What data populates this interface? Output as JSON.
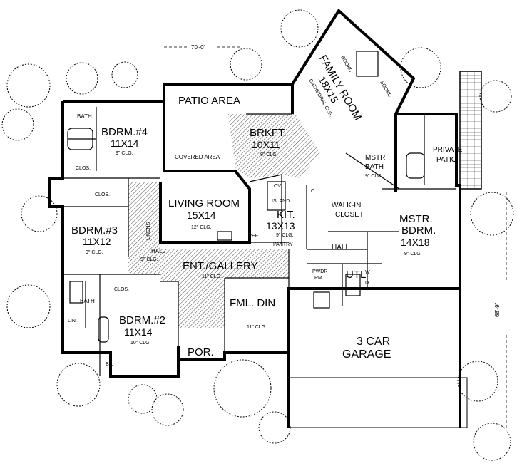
{
  "dimensions": {
    "width": "70'-0\"",
    "depth": "68'-9\""
  },
  "rooms": {
    "patio": {
      "name": "PATIO AREA",
      "sub": "COVERED AREA"
    },
    "family": {
      "name": "FAMILY ROOM",
      "size": "18X15",
      "ceiling": "CATHEDRAL CLG.",
      "bookcase": "BOOKC."
    },
    "bdrm4": {
      "name": "BDRM.#4",
      "size": "11X14",
      "ceiling": "9\" CLG.",
      "bath": "BATH",
      "closet": "CLOS."
    },
    "brkft": {
      "name": "BRKFT.",
      "size": "10X11",
      "ceiling": "9\" CLG."
    },
    "mstr_bath": {
      "name": "MSTR",
      "name2": "BATH",
      "ceiling": "9\" CLG."
    },
    "private_patio": {
      "name": "PRIVATE",
      "name2": "PATIO"
    },
    "living": {
      "name": "LIVING ROOM",
      "size": "15X14",
      "ceiling": "12\" CLG."
    },
    "kit": {
      "name": "KIT.",
      "size": "13X13",
      "ceiling": "9\" CLG.",
      "island": "ISLAND",
      "oven": "OV",
      "ref": "REF.",
      "pantry": "PANTRY",
      "o": "O."
    },
    "walkin": {
      "name": "WALK-IN",
      "name2": "CLOSET"
    },
    "mstr_bdrm": {
      "name": "MSTR.",
      "name2": "BDRM.",
      "size": "14X18",
      "ceiling": "9\" CLG."
    },
    "bdrm3": {
      "name": "BDRM.#3",
      "size": "11X12",
      "ceiling": "9\" CLG.",
      "closet": "CLOS.",
      "linens": "LINENS"
    },
    "hall1": {
      "name": "HALL",
      "ceiling": "9\" CLG."
    },
    "hall2": {
      "name": "HALL"
    },
    "entry": {
      "name": "ENT./GALLERY",
      "ceiling": "11\" CLG."
    },
    "pwdr": {
      "name": "PWDR",
      "name2": "RM."
    },
    "utl": {
      "name": "UTL",
      "w": "W",
      "d": "D"
    },
    "bdrm2": {
      "name": "BDRM.#2",
      "size": "11X14",
      "ceiling": "10\" CLG.",
      "bath": "BATH",
      "closet": "CLOS.",
      "lin": "LIN.",
      "bi": "B.I."
    },
    "fml_din": {
      "name": "FML. DIN",
      "ceiling": "11\" CLG."
    },
    "garage": {
      "name": "3 CAR",
      "name2": "GARAGE"
    },
    "porch": {
      "name": "POR."
    }
  }
}
